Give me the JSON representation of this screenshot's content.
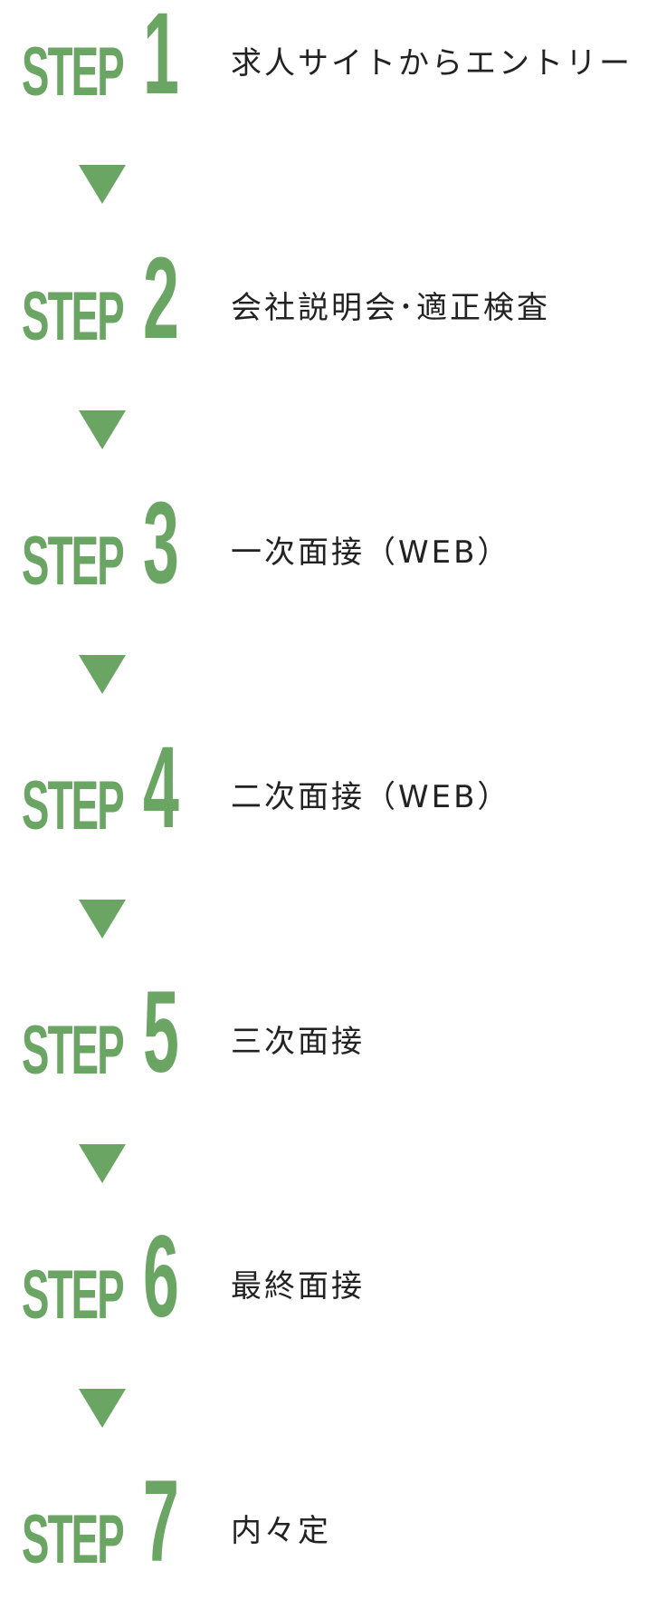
{
  "colors": {
    "accent": "#6aa563",
    "text": "#222222",
    "background": "#ffffff"
  },
  "step_word": "STEP",
  "arrow_icon": "down-triangle-icon",
  "steps": [
    {
      "number": "1",
      "label": "求人サイトからエントリー"
    },
    {
      "number": "2",
      "label": "会社説明会･適正検査"
    },
    {
      "number": "3",
      "label": "一次面接（WEB）"
    },
    {
      "number": "4",
      "label": "二次面接（WEB）"
    },
    {
      "number": "5",
      "label": "三次面接"
    },
    {
      "number": "6",
      "label": "最終面接"
    },
    {
      "number": "7",
      "label": "内々定"
    }
  ]
}
